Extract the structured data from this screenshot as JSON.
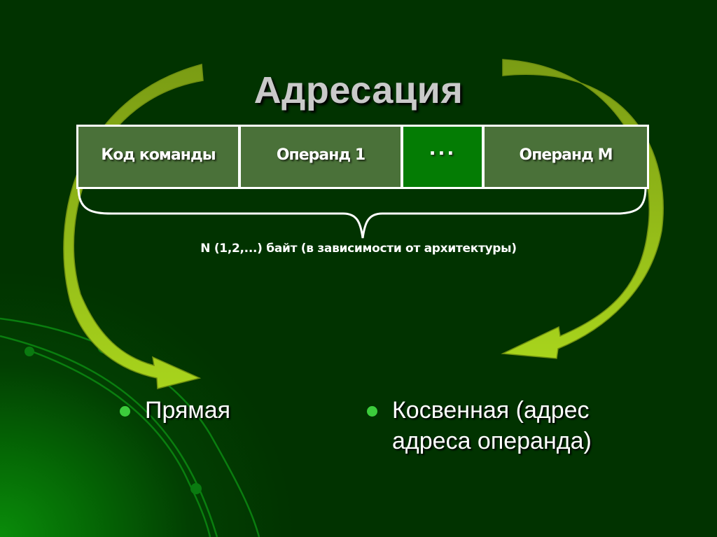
{
  "slide": {
    "title": "Адресация",
    "instruction_format": {
      "fields": [
        {
          "label": "Код команды",
          "kind": "opcode"
        },
        {
          "label": "Операнд 1",
          "kind": "operand"
        },
        {
          "label": "...",
          "kind": "ellipsis"
        },
        {
          "label": "Операнд M",
          "kind": "operand"
        }
      ],
      "brace_caption": "N (1,2,...) байт (в зависимости от архитектуры)"
    },
    "bullets": [
      {
        "text": "Прямая"
      },
      {
        "text": "Косвенная (адрес адреса операнда)"
      }
    ]
  },
  "colors": {
    "background": "#013300",
    "field_fill": "#4a7139",
    "ellipsis_fill": "#047c04",
    "arrow": "#99c21a",
    "bullet_dot": "#3ccc3c",
    "title_text": "#c9c9c9"
  }
}
